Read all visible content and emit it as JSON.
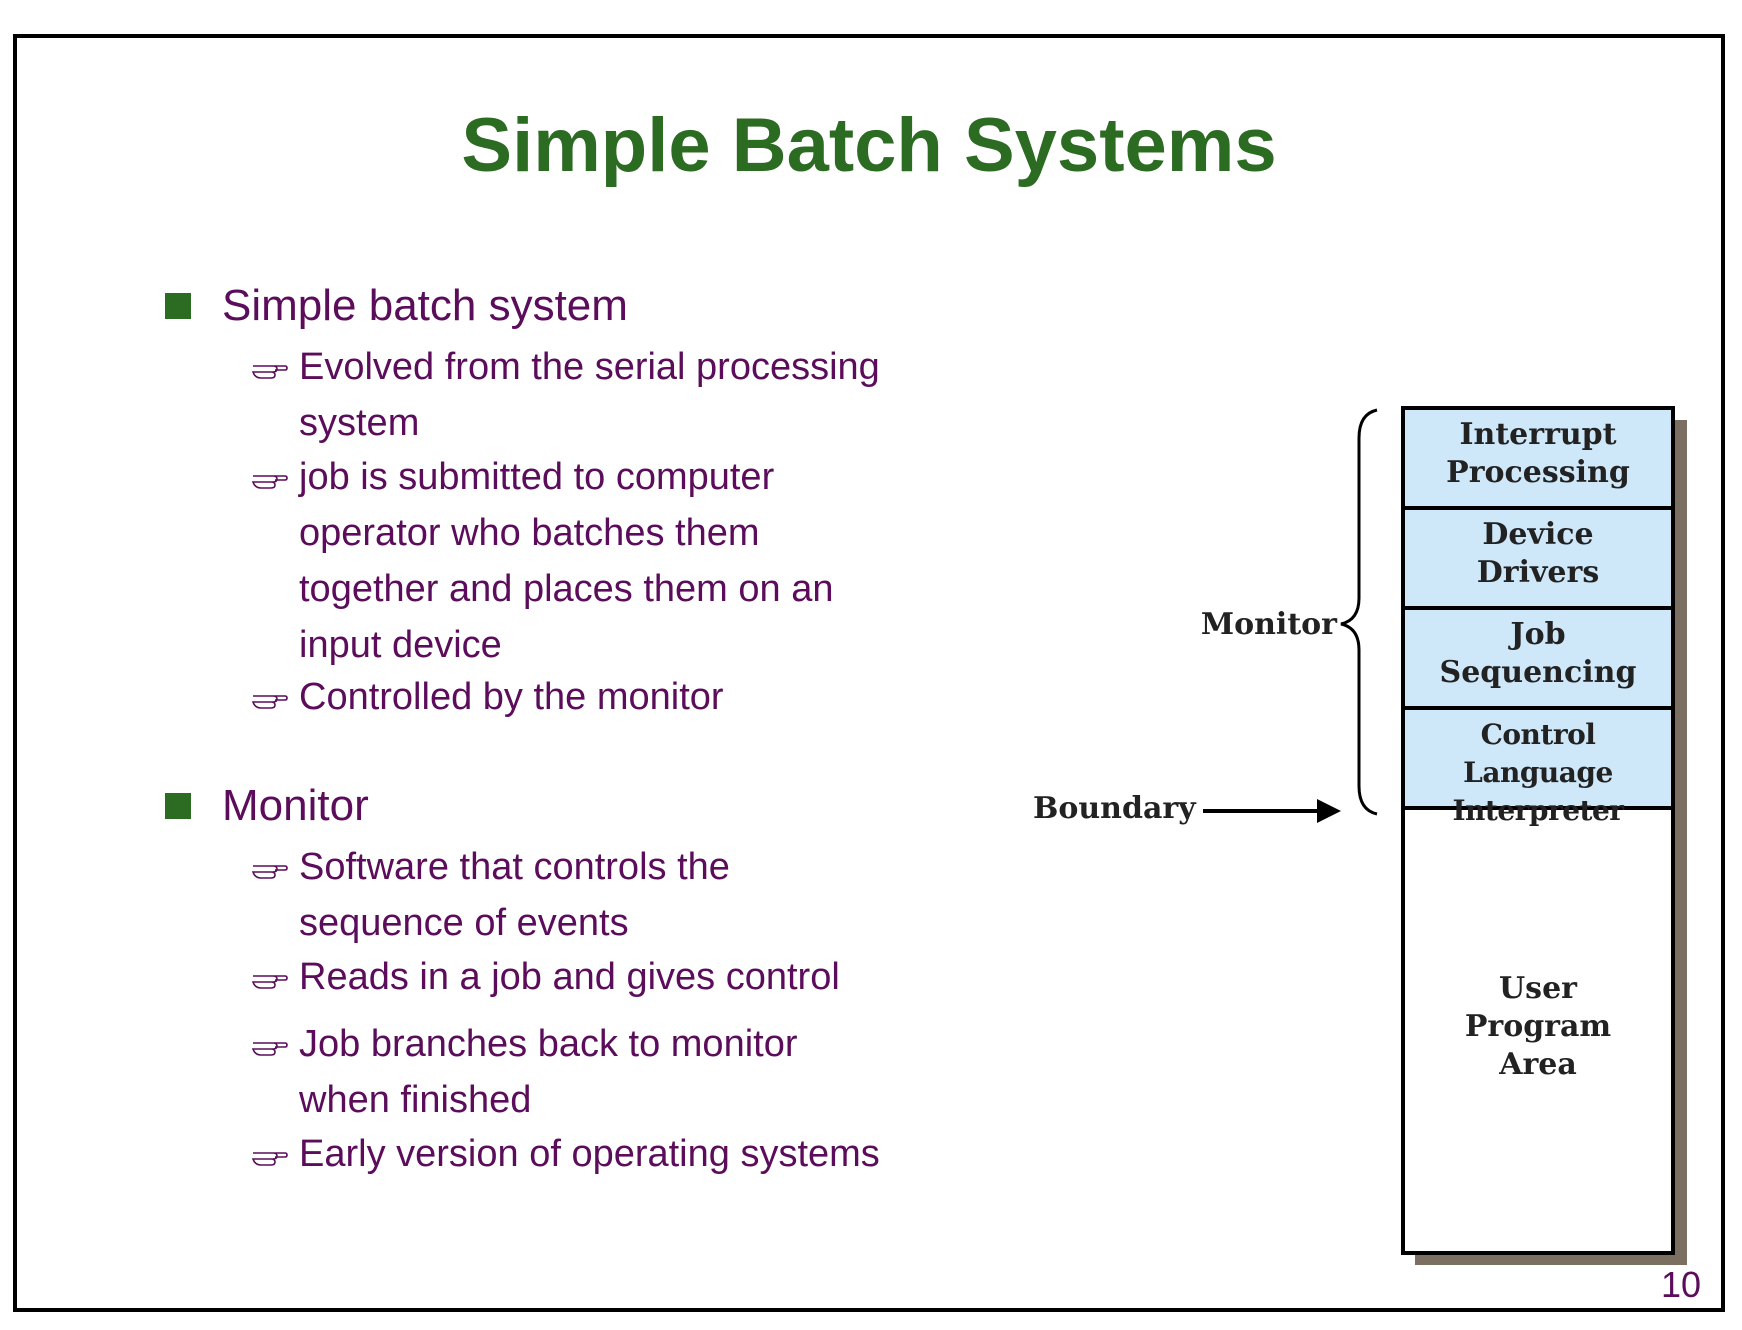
{
  "slide": {
    "title": "Simple Batch Systems",
    "page_number": "10"
  },
  "bullets": [
    {
      "text": "Simple batch system",
      "sub": [
        {
          "lines": [
            "Evolved from the serial processing",
            "system"
          ]
        },
        {
          "lines": [
            "job is submitted to computer",
            "operator who batches them",
            "together and places them on an",
            "input device"
          ]
        },
        {
          "lines": [
            "Controlled by the monitor"
          ]
        }
      ]
    },
    {
      "text": "Monitor",
      "sub": [
        {
          "lines": [
            "Software that controls the",
            "sequence of events"
          ]
        },
        {
          "lines": [
            "Reads in a job and gives control"
          ]
        },
        {
          "lines": [
            "Job branches back to monitor",
            "when finished"
          ]
        },
        {
          "lines": [
            "Early version of operating systems"
          ]
        }
      ]
    }
  ],
  "diagram": {
    "monitor_label": "Monitor",
    "boundary_label": "Boundary",
    "blocks": [
      {
        "lines": [
          "Interrupt",
          "Processing"
        ]
      },
      {
        "lines": [
          "Device",
          "Drivers"
        ]
      },
      {
        "lines": [
          "Job",
          "Sequencing"
        ]
      },
      {
        "lines": [
          "Control Language",
          "Interpreter"
        ]
      },
      {
        "lines": [
          "User",
          "Program",
          "Area"
        ]
      }
    ]
  },
  "colors": {
    "title": "#2c6b22",
    "text": "#5b0d5b",
    "monitor_block_fill": "#cfe8f9",
    "user_block_fill": "#ffffff",
    "shadow": "#7a6f60"
  },
  "icons": {
    "level1_bullet": "green-square-icon",
    "level2_bullet": "pointing-hand-icon"
  }
}
